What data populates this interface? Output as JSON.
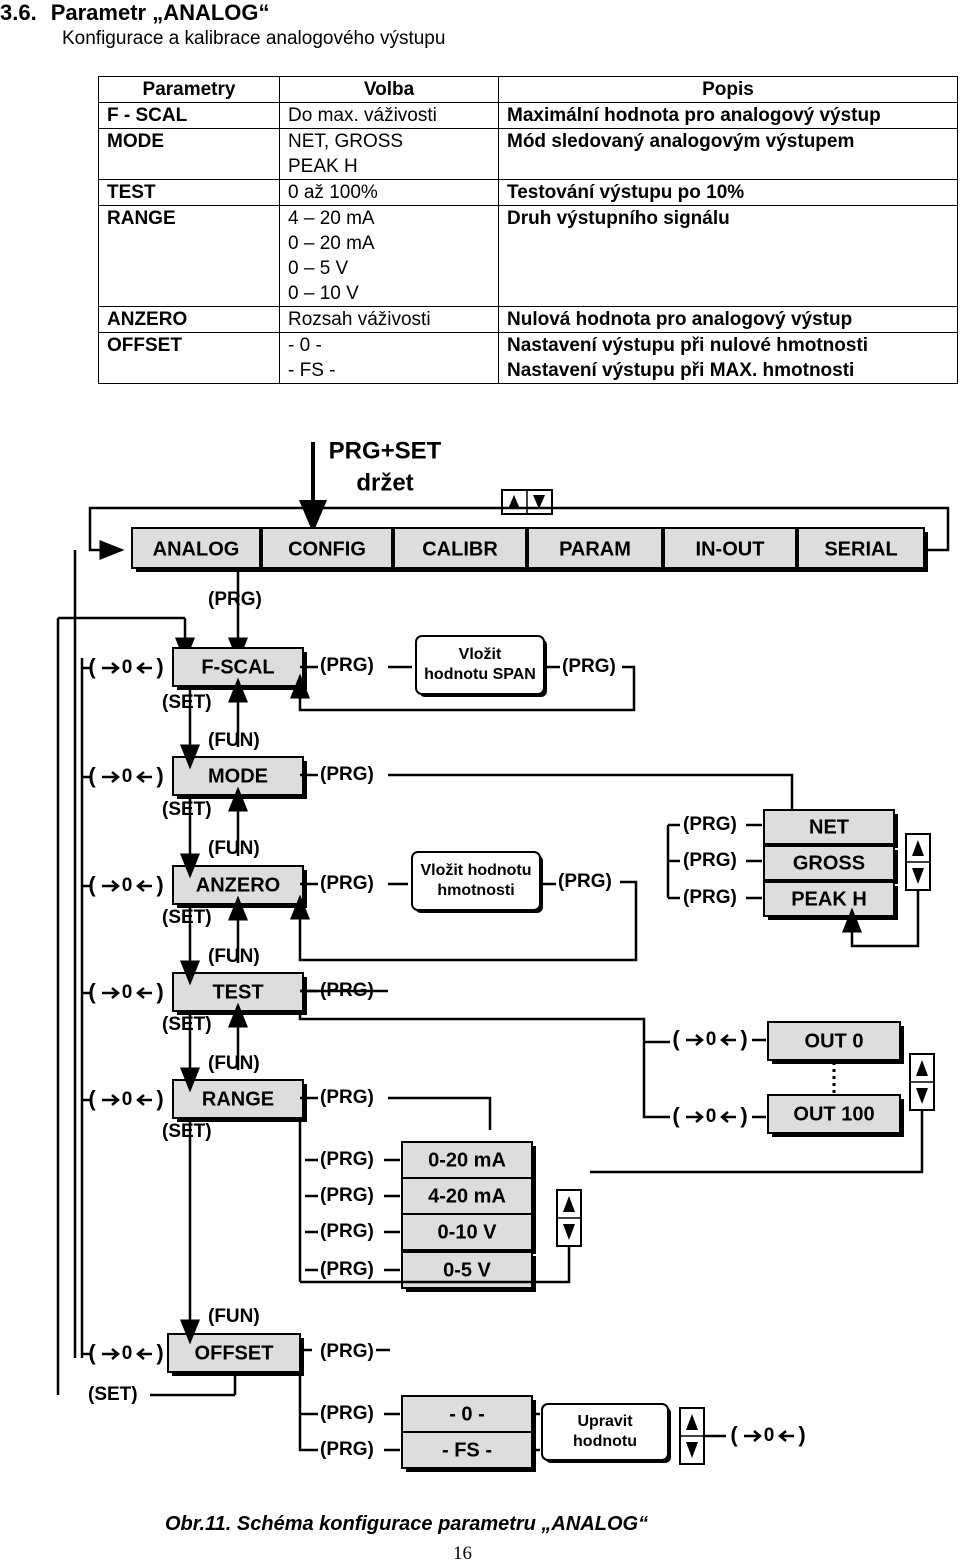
{
  "section": {
    "number": "3.6.",
    "title": "Parametr „ANALOG“",
    "subtitle": "Konfigurace a kalibrace analogového výstupu"
  },
  "table": {
    "headers": [
      "Parametry",
      "Volba",
      "Popis"
    ],
    "rows": [
      {
        "param": "F - SCAL",
        "options": [
          "Do max. váživosti"
        ],
        "desc": [
          "Maximální hodnota pro analogový výstup"
        ]
      },
      {
        "param": "MODE",
        "options": [
          "NET, GROSS",
          "PEAK H"
        ],
        "desc": [
          "Mód sledovaný analogovým výstupem"
        ]
      },
      {
        "param": "TEST",
        "options": [
          "0 až 100%"
        ],
        "desc": [
          "Testování výstupu po 10%"
        ]
      },
      {
        "param": "RANGE",
        "options": [
          "4 – 20 mA",
          "0 – 20 mA",
          "0 – 5 V",
          "0 – 10 V"
        ],
        "desc": [
          "Druh výstupního signálu"
        ]
      },
      {
        "param": "ANZERO",
        "options": [
          "Rozsah váživosti"
        ],
        "desc": [
          "Nulová hodnota pro analogový výstup"
        ]
      },
      {
        "param": "OFFSET",
        "options": [
          "- 0 -",
          "- FS -"
        ],
        "desc": [
          "Nastavení výstupu při nulové hmotnosti",
          "Nastavení výstupu při MAX. hmotnosti"
        ]
      }
    ]
  },
  "diagram": {
    "hold_label": [
      "PRG+SET",
      "držet"
    ],
    "menu": [
      "ANALOG",
      "CONFIG",
      "CALIBR",
      "PARAM",
      "IN-OUT",
      "SERIAL"
    ],
    "params": [
      "F-SCAL",
      "MODE",
      "ANZERO",
      "TEST",
      "RANGE",
      "OFFSET"
    ],
    "keys": {
      "prg": "(PRG)",
      "set": "(SET)",
      "fun": "(FUN)",
      "zero": "0"
    },
    "span_box": [
      "Vložit",
      "hodnotu SPAN"
    ],
    "weight_box": [
      "Vložit hodnotu",
      "hmotnosti"
    ],
    "mode_options": [
      "NET",
      "GROSS",
      "PEAK H"
    ],
    "test_options": [
      "OUT  0",
      "OUT 100"
    ],
    "range_options": [
      "0-20 mA",
      "4-20 mA",
      "0-10 V",
      "0-5 V"
    ],
    "offset_options": [
      "- 0 -",
      "- FS -"
    ],
    "adjust_box": [
      "Upravit",
      "hodnotu"
    ]
  },
  "caption": "Obr.11. Schéma konfigurace parametru „ANALOG“",
  "page_number": "16"
}
